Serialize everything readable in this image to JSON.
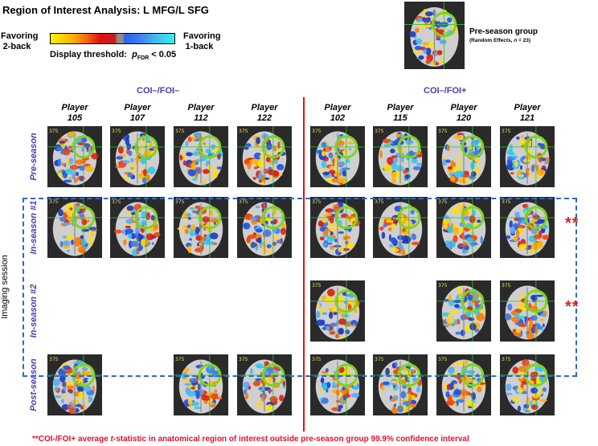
{
  "title": "Region of Interest Analysis:  L MFG/L SFG",
  "favoring_left": [
    "Favoring",
    "2-back"
  ],
  "favoring_right": [
    "Favoring",
    "1-back"
  ],
  "threshold": {
    "prefix": "Display threshold:",
    "p": "p",
    "sub": "FDR",
    "suffix": " < 0.05"
  },
  "reference": {
    "title": "Pre-season group",
    "subtitle_pre": "(Random Effects, ",
    "n_label": "n",
    "subtitle_post": " = 23)"
  },
  "groups": [
    "COI–/FOI–",
    "COI–/FOI+"
  ],
  "players": [
    "105",
    "107",
    "112",
    "122",
    "102",
    "115",
    "120",
    "121"
  ],
  "player_word": "Player",
  "rows": [
    "Pre-season",
    "In-season #1",
    "In-season #2",
    "Post-season"
  ],
  "axis_label": "Imaging session",
  "tile_tag": "375",
  "stars": "**",
  "presence": [
    [
      1,
      1,
      1,
      1,
      1,
      1,
      1,
      1
    ],
    [
      1,
      1,
      1,
      1,
      1,
      1,
      1,
      1
    ],
    [
      0,
      0,
      0,
      0,
      1,
      0,
      1,
      1
    ],
    [
      1,
      0,
      1,
      1,
      1,
      1,
      1,
      1
    ]
  ],
  "starred_rows": [
    1,
    2
  ],
  "footnote": {
    "pre": "**COI-/FOI+ average ",
    "t": "t",
    "post": "-statistic in anatomical region of interest outside pre-season group 99.9% confidence interval"
  },
  "colors": {
    "accent_red": "#e01010",
    "label_purple": "#4a3cb0",
    "dashed_blue": "#2a6acc",
    "roi_green": "#7ed321",
    "tile_bg": "#2a2a2a"
  }
}
